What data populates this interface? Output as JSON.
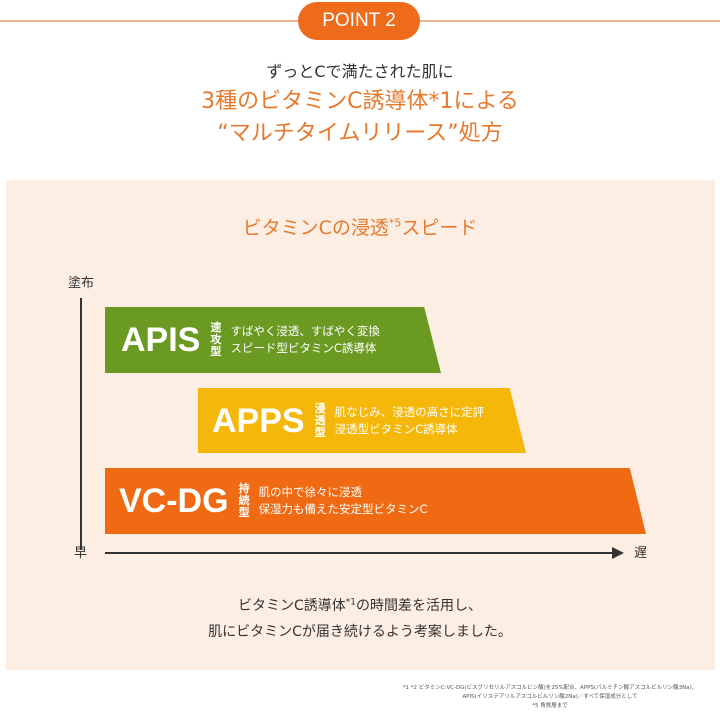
{
  "header": {
    "badge": "POINT 2",
    "line1": "ずっとCで満たされた肌に",
    "line2": "3種のビタミンC誘導体*1による",
    "line3": "“マルチタイムリリース”処方"
  },
  "chart": {
    "title": "ビタミンCの浸透",
    "title_sup": "*5",
    "title_end": "スピード",
    "y_label": "塗布",
    "x_start": "早",
    "x_end": "遅",
    "bars": [
      {
        "name": "APIS",
        "type": "速攻型",
        "desc1": "すばやく浸透、すばやく変換",
        "desc2": "スピード型ビタミンC誘導体",
        "color": "#6a9a22"
      },
      {
        "name": "APPS",
        "type": "浸透型",
        "desc1": "肌なじみ、浸透の高さに定評",
        "desc2": "浸透型ビタミンC誘導体",
        "color": "#f4b70a"
      },
      {
        "name": "VC-DG",
        "type": "持続型",
        "desc1": "肌の中で徐々に浸透",
        "desc2": "保湿力も備えた安定型ビタミンC",
        "color": "#ef6a12"
      }
    ]
  },
  "summary": {
    "line1a": "ビタミンC誘導体",
    "line1sup": "*1",
    "line1b": "の時間差を活用し、",
    "line2": "肌にビタミンCが届き続けるよう考案しました。"
  },
  "footnote": {
    "line1": "*1 *2 ビタミンC:VC-DG(ビスグリセリルアスコルビン酸)を25%配合、APPS(パルミチン酸アスコルビルリン酸3Na)、",
    "line2": "APIS(イソステアリルアスコルビルリン酸2Na)／すべて保湿成分として",
    "line3": "*5 角質層まで"
  }
}
